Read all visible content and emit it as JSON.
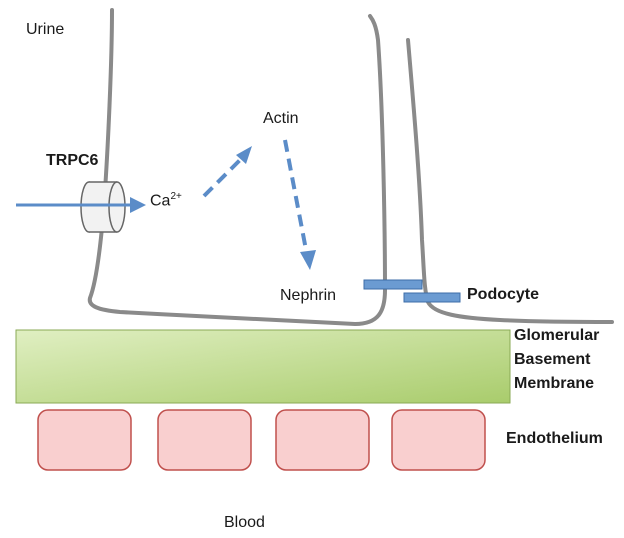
{
  "labels": {
    "urine": "Urine",
    "blood": "Blood",
    "trpc6": "TRPC6",
    "ca_base": "Ca",
    "ca_charge": "2+",
    "actin": "Actin",
    "nephrin": "Nephrin",
    "podocyte": "Podocyte",
    "gbm_line1": "Glomerular",
    "gbm_line2": "Basement",
    "gbm_line3": "Membrane",
    "endothelium": "Endothelium"
  },
  "colors": {
    "membrane_line": "#8a8a8a",
    "arrow_blue": "#5b8cc8",
    "gbm_fill_light": "#e0efc2",
    "gbm_fill_dark": "#a9cc6c",
    "gbm_stroke": "#8aaa55",
    "endothelial_fill": "#f9cfcf",
    "endothelial_stroke": "#c0504d",
    "nephrin_fill": "#6b9bd2",
    "nephrin_stroke": "#3d6ea8"
  },
  "endothelial_cell_count": 4
}
